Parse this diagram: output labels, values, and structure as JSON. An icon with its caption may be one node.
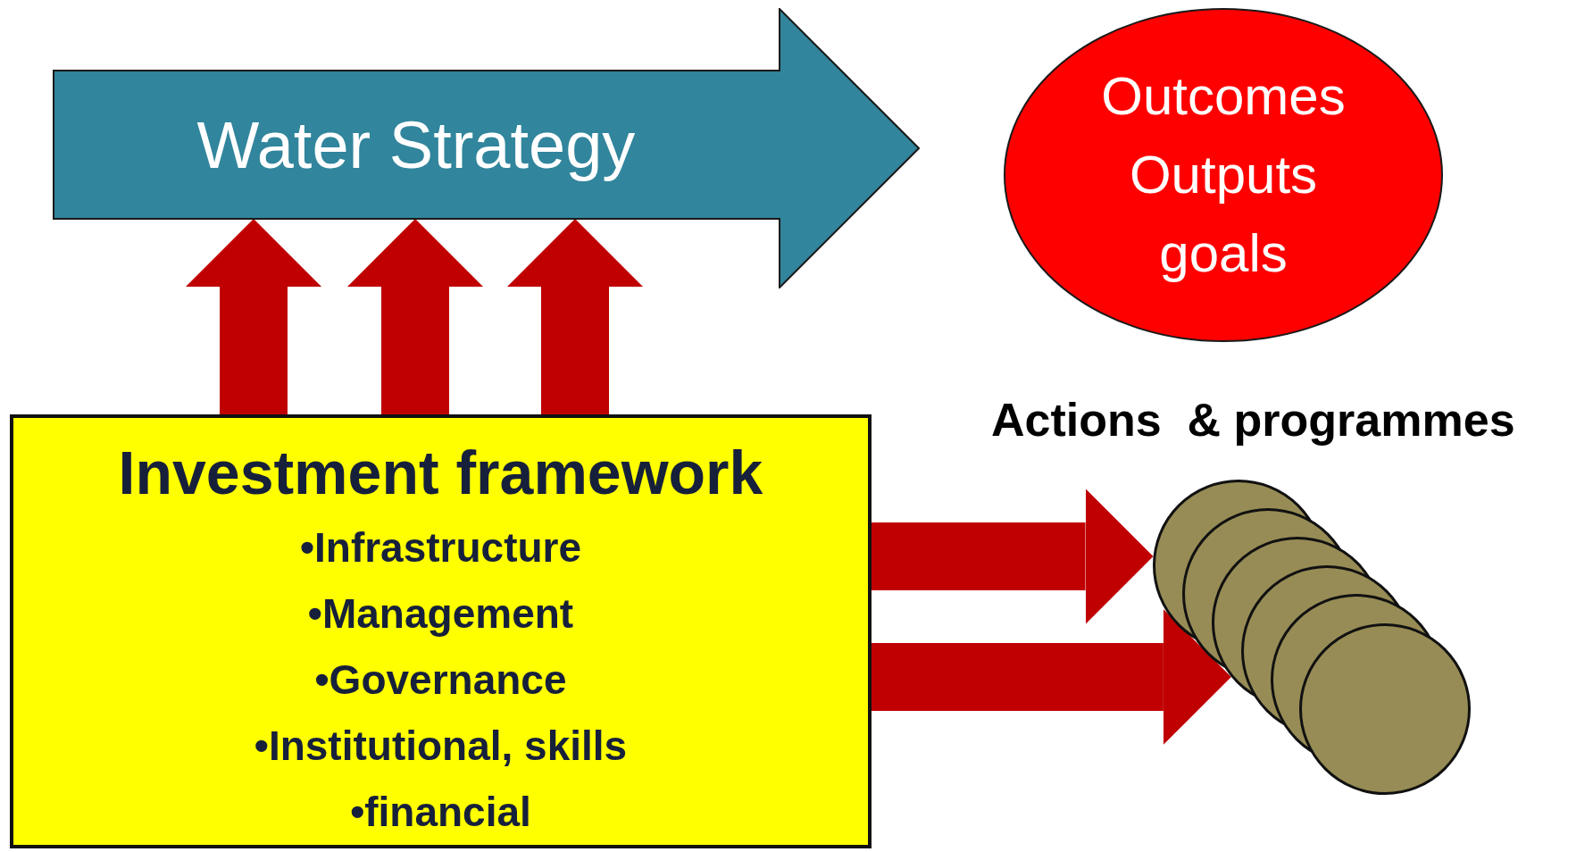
{
  "diagram": {
    "nodes": [
      {
        "text": [
          "Water Strategy"
        ]
      },
      {
        "text": [
          "Outcomes",
          "Outputs",
          "goals"
        ]
      },
      {
        "text": [
          "Investment framework",
          "•Infrastructure",
          "•Management",
          "•Governance",
          "•Institutional, skills",
          "•financial"
        ]
      },
      {
        "text": [],
        "shape": "circle"
      }
    ],
    "edges": [
      {
        "from": 2,
        "to": 0,
        "arrow": "to"
      },
      {
        "from": 2,
        "to": 0,
        "arrow": "to"
      },
      {
        "from": 2,
        "to": 0,
        "arrow": "to"
      },
      {
        "from": 2,
        "to": 3,
        "arrow": "to"
      },
      {
        "from": 2,
        "to": 3,
        "arrow": "to"
      }
    ],
    "labels": [
      "Actions  & programmes"
    ]
  }
}
